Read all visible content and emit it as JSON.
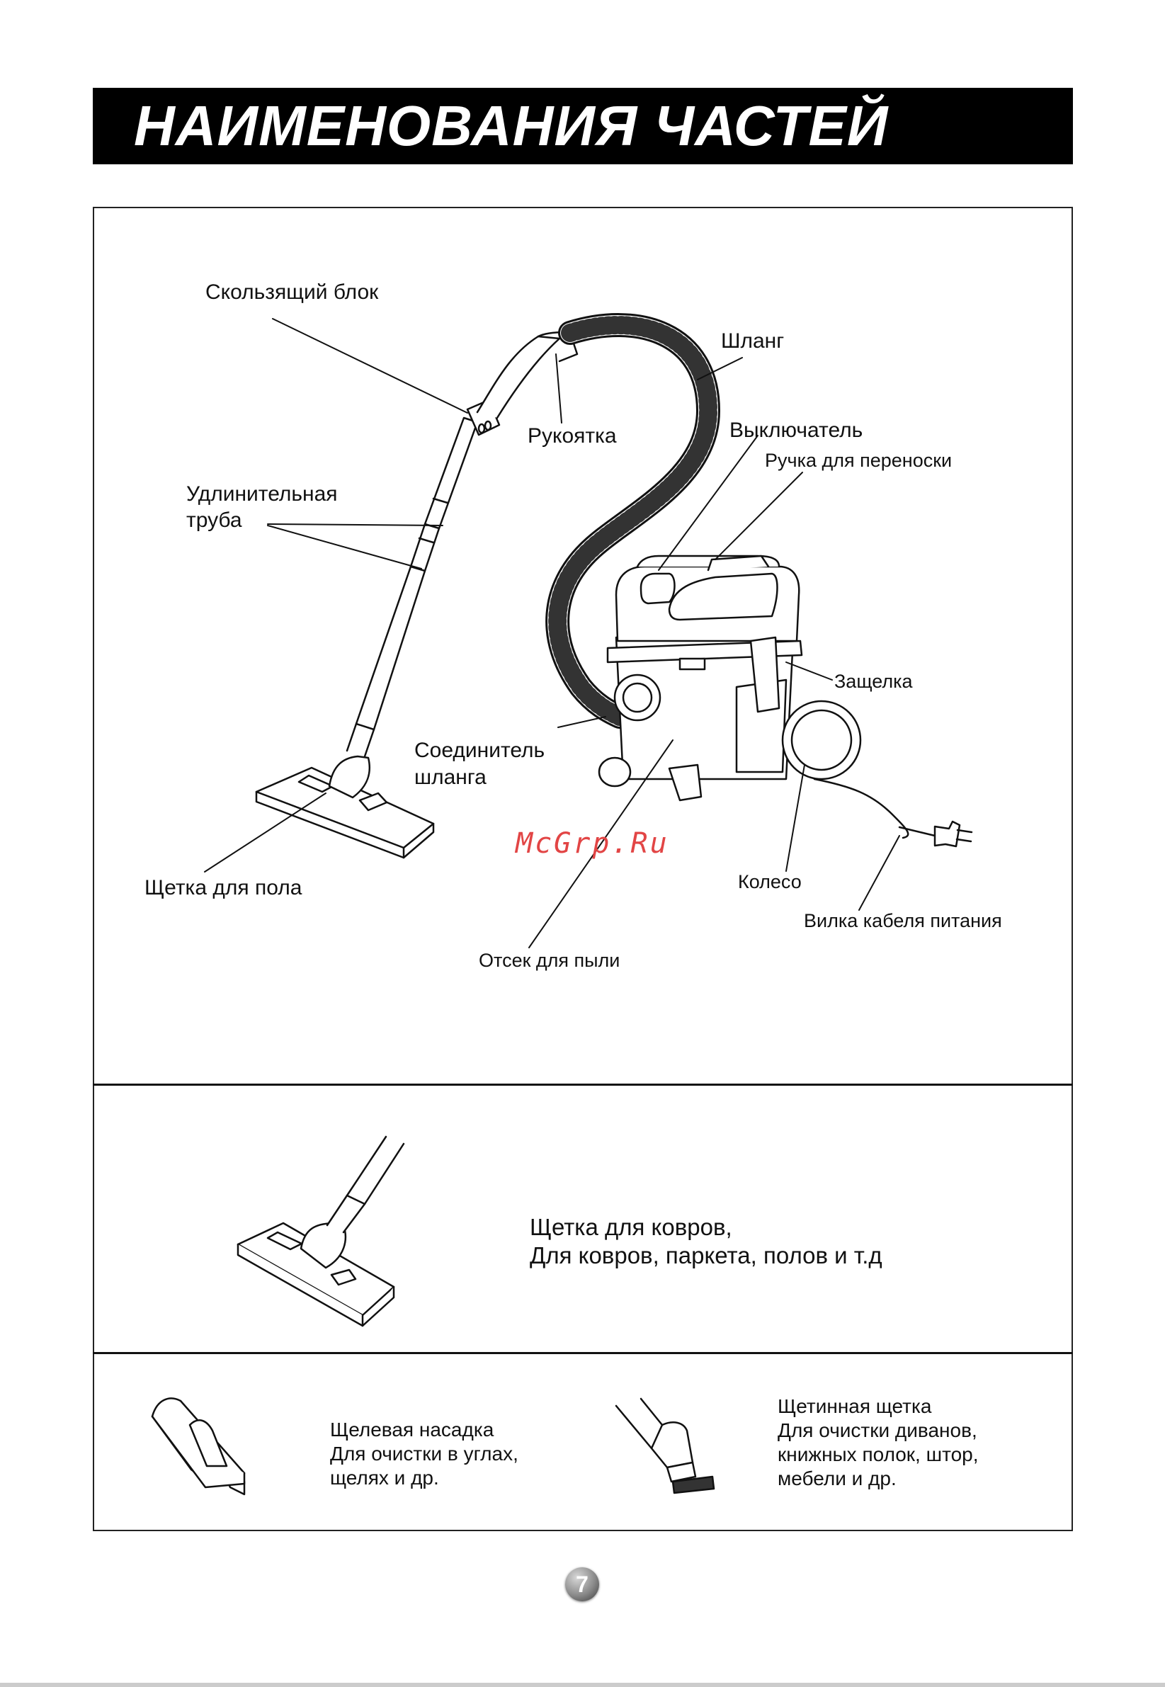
{
  "title": "НАИМЕНОВАНИЯ ЧАСТЕЙ",
  "labels": {
    "sliding_block": "Скользящий блок",
    "hose": "Шланг",
    "handle": "Рукоятка",
    "switch": "Выключатель",
    "carry_handle": "Ручка для переноски",
    "extension_tube_l1": "Удлинительная",
    "extension_tube_l2": "труба",
    "latch": "Защелка",
    "hose_connector_l1": "Соединитель",
    "hose_connector_l2": "шланга",
    "floor_brush": "Щетка для пола",
    "wheel": "Колесо",
    "power_plug": "Вилка кабеля питания",
    "dust_compartment": "Отсек для пыли"
  },
  "watermark": "McGrp.Ru",
  "carpet_brush": {
    "line1": "Щетка для ковров,",
    "line2": "Для ковров, паркета, полов и т.д"
  },
  "crevice_nozzle": {
    "line1": "Щелевая насадка",
    "line2": "Для очистки в углах,",
    "line3": "щелях и др."
  },
  "bristle_brush": {
    "line1": "Щетинная щетка",
    "line2": "Для очистки диванов,",
    "line3": "книжных полок, штор,",
    "line4": "мебели и др."
  },
  "page_number": "7"
}
